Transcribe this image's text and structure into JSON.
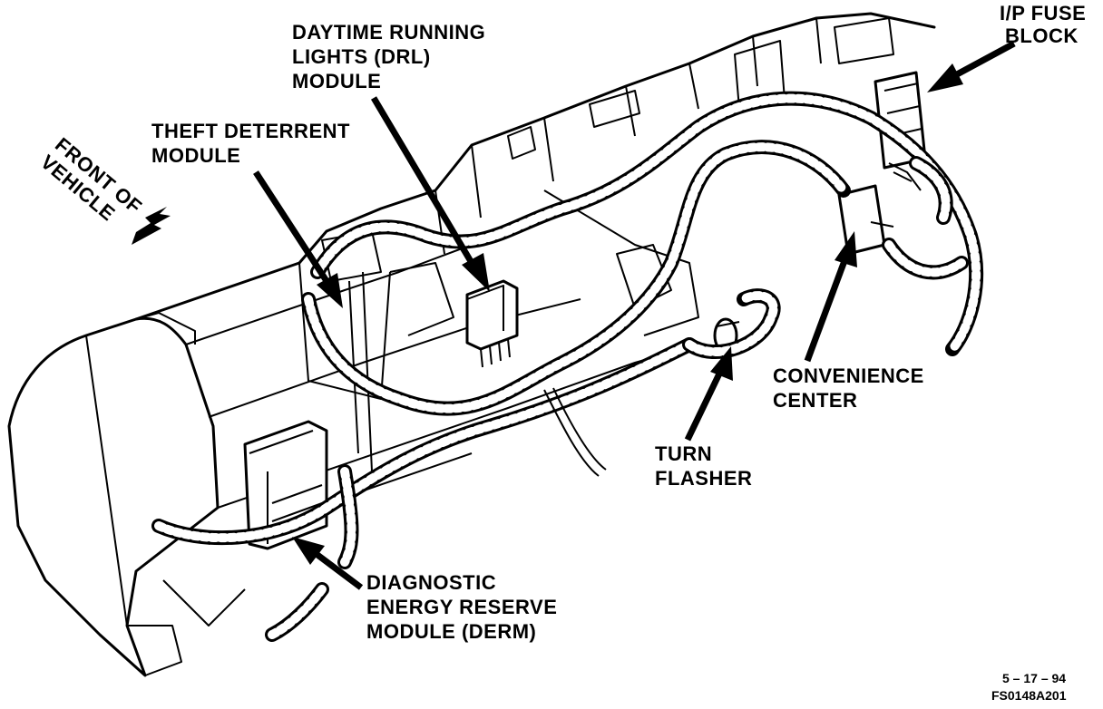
{
  "labels": {
    "fuse_block": [
      "I/P FUSE",
      "BLOCK"
    ],
    "drl_module": [
      "DAYTIME RUNNING",
      "LIGHTS (DRL)",
      "MODULE"
    ],
    "theft_module": [
      "THEFT DETERRENT",
      "MODULE"
    ],
    "front_vehicle": [
      "FRONT OF",
      "VEHICLE"
    ],
    "convenience_center": [
      "CONVENIENCE",
      "CENTER"
    ],
    "turn_flasher": [
      "TURN",
      "FLASHER"
    ],
    "derm": [
      "DIAGNOSTIC",
      "ENERGY RESERVE",
      "MODULE (DERM)"
    ]
  },
  "footer": {
    "date": "5 – 17 – 94",
    "code": "FS0148A201"
  },
  "colors": {
    "ink": "#000000",
    "paper": "#ffffff"
  }
}
